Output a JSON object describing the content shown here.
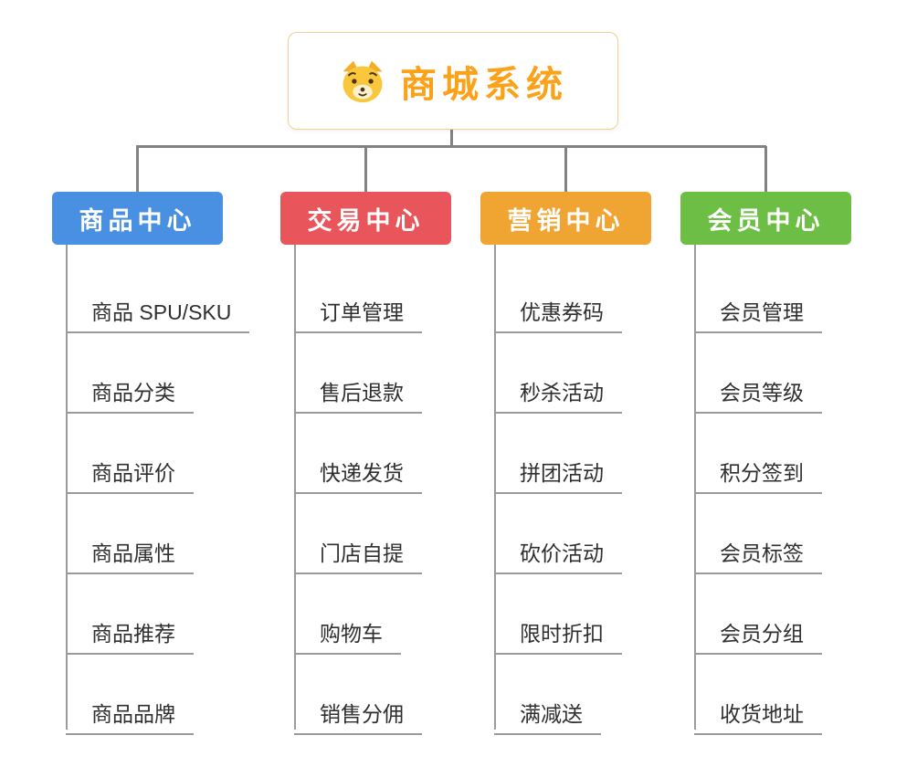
{
  "root": {
    "title": "商城系统",
    "icon": "dog-face-icon"
  },
  "branches": [
    {
      "label": "商品中心",
      "color": "#4a90e2",
      "items": [
        "商品 SPU/SKU",
        "商品分类",
        "商品评价",
        "商品属性",
        "商品推荐",
        "商品品牌"
      ]
    },
    {
      "label": "交易中心",
      "color": "#e8565c",
      "items": [
        "订单管理",
        "售后退款",
        "快递发货",
        "门店自提",
        "购物车",
        "销售分佣"
      ]
    },
    {
      "label": "营销中心",
      "color": "#f0a431",
      "items": [
        "优惠券码",
        "秒杀活动",
        "拼团活动",
        "砍价活动",
        "限时折扣",
        "满减送"
      ]
    },
    {
      "label": "会员中心",
      "color": "#6cbf44",
      "items": [
        "会员管理",
        "会员等级",
        "积分签到",
        "会员标签",
        "会员分组",
        "收货地址"
      ]
    }
  ],
  "colors": {
    "root_title": "#f9a21a",
    "root_border": "#f5d190",
    "connector": "#828282",
    "item_line": "#9b9b9b",
    "item_text": "#2f2f2f",
    "background": "#ffffff"
  }
}
